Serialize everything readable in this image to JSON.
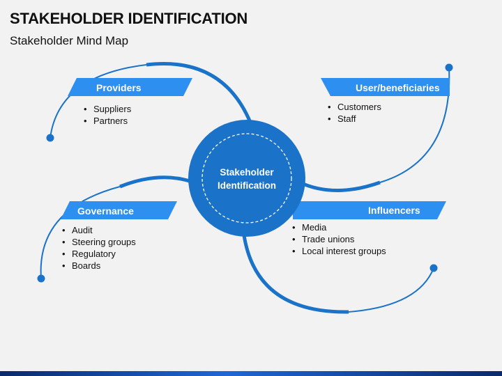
{
  "title": "STAKEHOLDER IDENTIFICATION",
  "subtitle": "Stakeholder Mind Map",
  "center": {
    "line1": "Stakeholder",
    "line2": "Identification"
  },
  "colors": {
    "primary": "#1a73c8",
    "banner": "#2d8ff0",
    "background": "#f2f2f2"
  },
  "branches": {
    "providers": {
      "label": "Providers",
      "items": [
        "Suppliers",
        "Partners"
      ]
    },
    "users": {
      "label": "User/beneficiaries",
      "items": [
        "Customers",
        "Staff"
      ]
    },
    "governance": {
      "label": "Governance",
      "items": [
        "Audit",
        "Steering groups",
        "Regulatory",
        "Boards"
      ]
    },
    "influencers": {
      "label": "Influencers",
      "items": [
        "Media",
        "Trade unions",
        "Local interest groups"
      ]
    }
  }
}
